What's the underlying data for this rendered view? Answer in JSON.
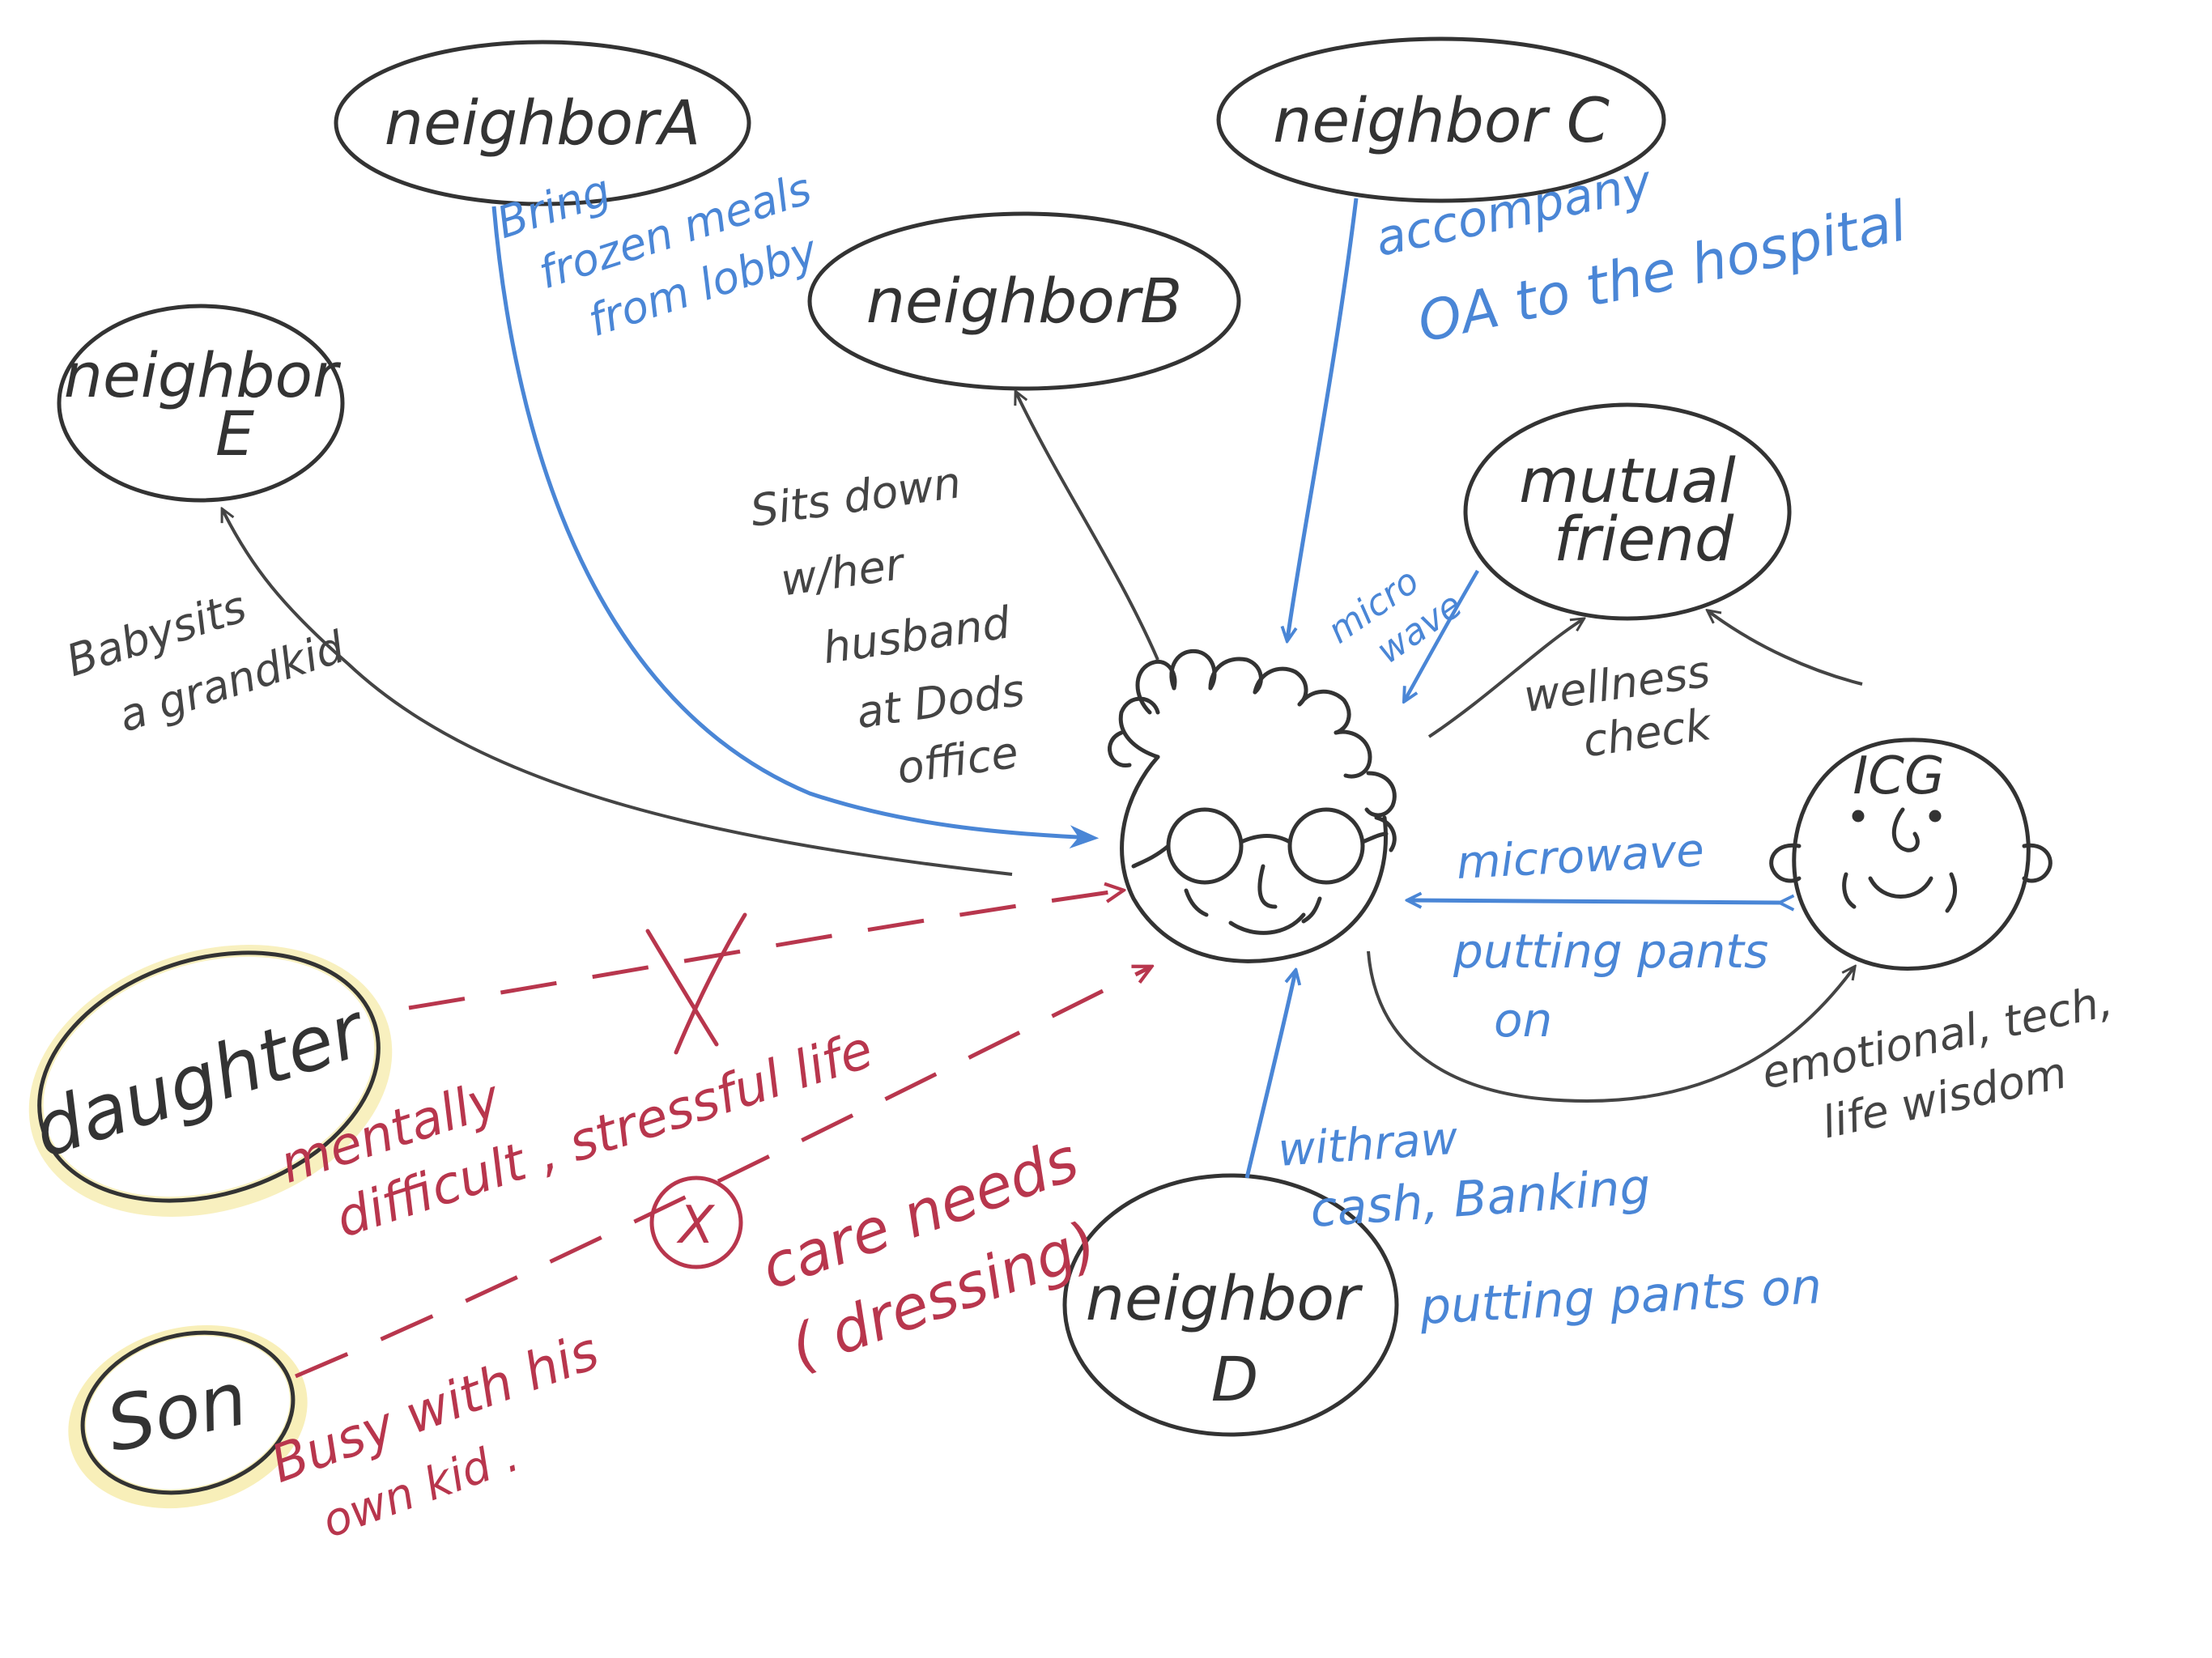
{
  "colors": {
    "ink": "#333333",
    "blue": "#4a86d6",
    "red": "#b8364d",
    "highlight": "#f3e48a"
  },
  "nodes": {
    "neighbor_a": "neighborA",
    "neighbor_b": "neighborB",
    "neighbor_c": "neighbor C",
    "neighbor_d_line1": "neighbor",
    "neighbor_d_line2": "D",
    "neighbor_e_line1": "neighbor",
    "neighbor_e_line2": "E",
    "mutual_friend_line1": "mutual",
    "mutual_friend_line2": "friend",
    "daughter": "daughter",
    "son": "Son",
    "icg": "ICG"
  },
  "notes": {
    "neighbor_a": [
      "Bring",
      "frozen meals",
      "from lobby"
    ],
    "neighbor_c": [
      "accompany",
      "OA to the hospital"
    ],
    "neighbor_b": [
      "Sits down",
      "w/her",
      "husband",
      "at Dods",
      "office"
    ],
    "neighbor_e": [
      "Babysits",
      "a grandkid"
    ],
    "mutual_friend_to_oa": [
      "micro",
      "wave"
    ],
    "wellness": [
      "wellness",
      "check"
    ],
    "icg_to_oa": "microwave",
    "icg_help": [
      "putting pants",
      "on"
    ],
    "icg_support": [
      "emotional, tech,",
      "life wisdom"
    ],
    "neighbor_d": [
      "withraw",
      "cash, Banking",
      "putting pants on"
    ],
    "daughter": [
      "mentally",
      "difficult , stressful life"
    ],
    "son": [
      "Busy with his",
      "own kid ."
    ],
    "care_needs": [
      "care needs",
      "( dressing)"
    ],
    "blocked_mark": "X"
  }
}
